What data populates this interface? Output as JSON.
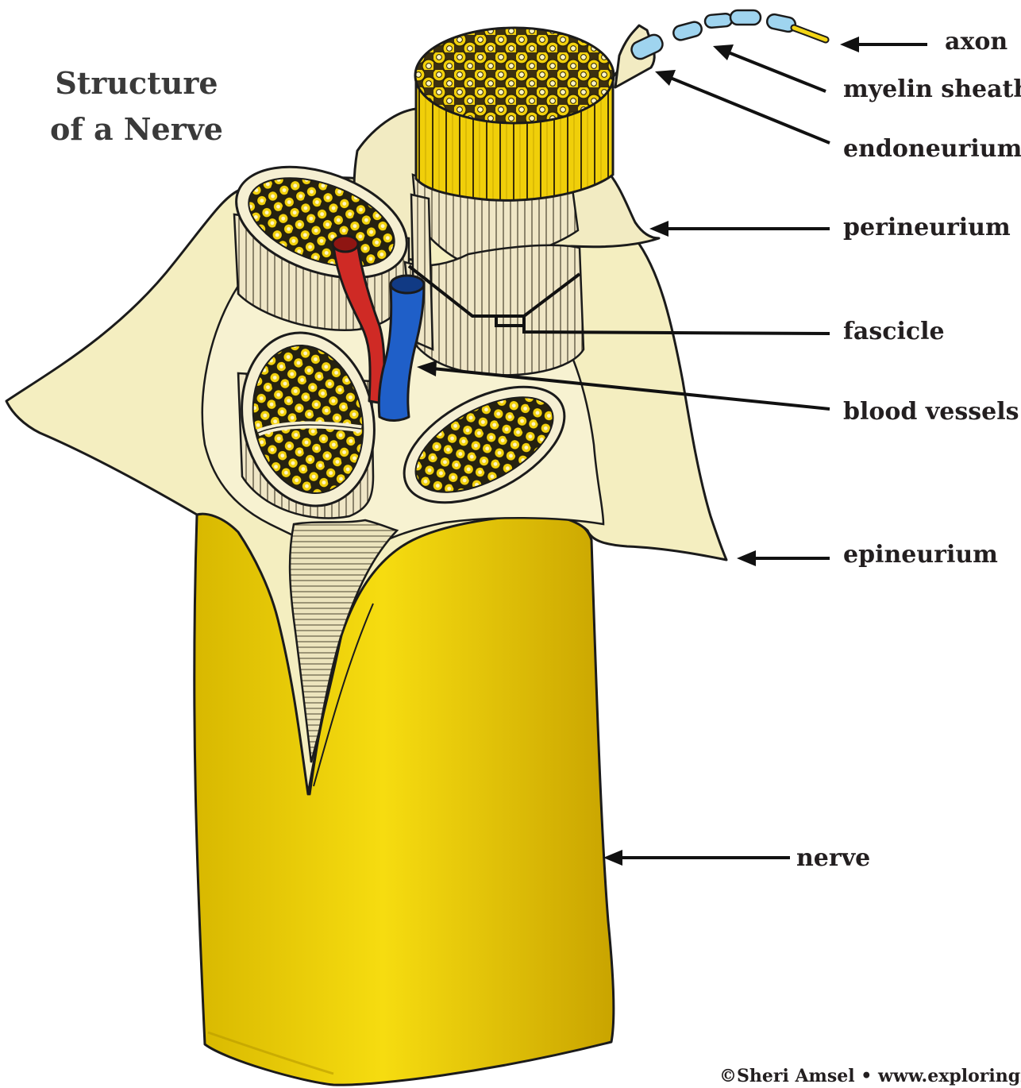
{
  "title": {
    "line1": "Structure",
    "line2": "of a Nerve"
  },
  "labels": {
    "axon": "axon",
    "myelin_sheath": "myelin sheath",
    "endoneurium": "endoneurium",
    "perineurium": "perineurium",
    "fascicle": "fascicle",
    "blood_vessels": "blood vessels",
    "epineurium": "epineurium",
    "nerve": "nerve"
  },
  "copyright": "©Sheri Amsel • www.exploringnature.org",
  "colors": {
    "nerve_yellow": "#f2d40a",
    "epineurium_cream": "#f4eec0",
    "fascicle_cream": "#efe6c6",
    "artery_red": "#cf2a25",
    "vein_blue": "#1f5fc8",
    "myelin_blue": "#9fd4ef",
    "axon_yellow": "#f3d515"
  }
}
